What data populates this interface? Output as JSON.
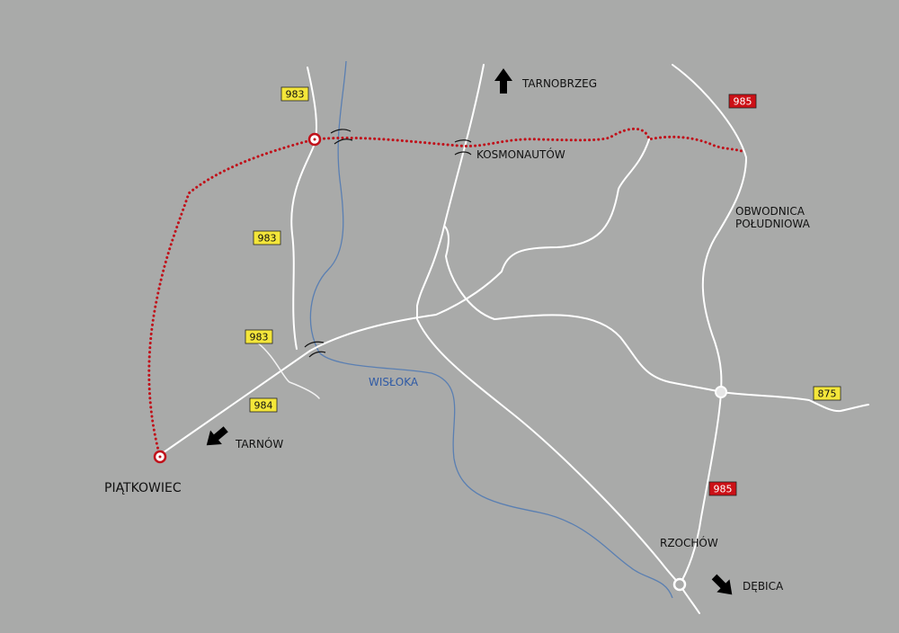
{
  "colors": {
    "background": "#a9aaa9",
    "road": "#ffffff",
    "river": "#5a7fb2",
    "route": "#c0111a",
    "regional_badge": "#f4e63a",
    "national_badge": "#cc1016",
    "label": "#111111"
  },
  "places": {
    "piatkowiec": "PIĄTKOWIEC",
    "rzochow": "RZOCHÓW",
    "kosmonautow": "KOSMONAUTÓW",
    "obwodnica_line1": "OBWODNICA",
    "obwodnica_line2": "POŁUDNIOWA"
  },
  "directions": {
    "tarnobrzeg": "TARNOBRZEG",
    "tarnow": "TARNÓW",
    "debica": "DĘBICA"
  },
  "river": {
    "name": "WISŁOKA"
  },
  "road_badges": {
    "r983_top": "983",
    "r983_mid": "983",
    "r983_left": "983",
    "r984": "984",
    "r875": "875",
    "r985_top": "985",
    "r985_bottom": "985"
  },
  "icons": {
    "arrow": "direction-arrow-icon",
    "junction": "route-endpoint-icon",
    "roundabout": "roundabout-icon",
    "bridge": "bridge-icon"
  }
}
